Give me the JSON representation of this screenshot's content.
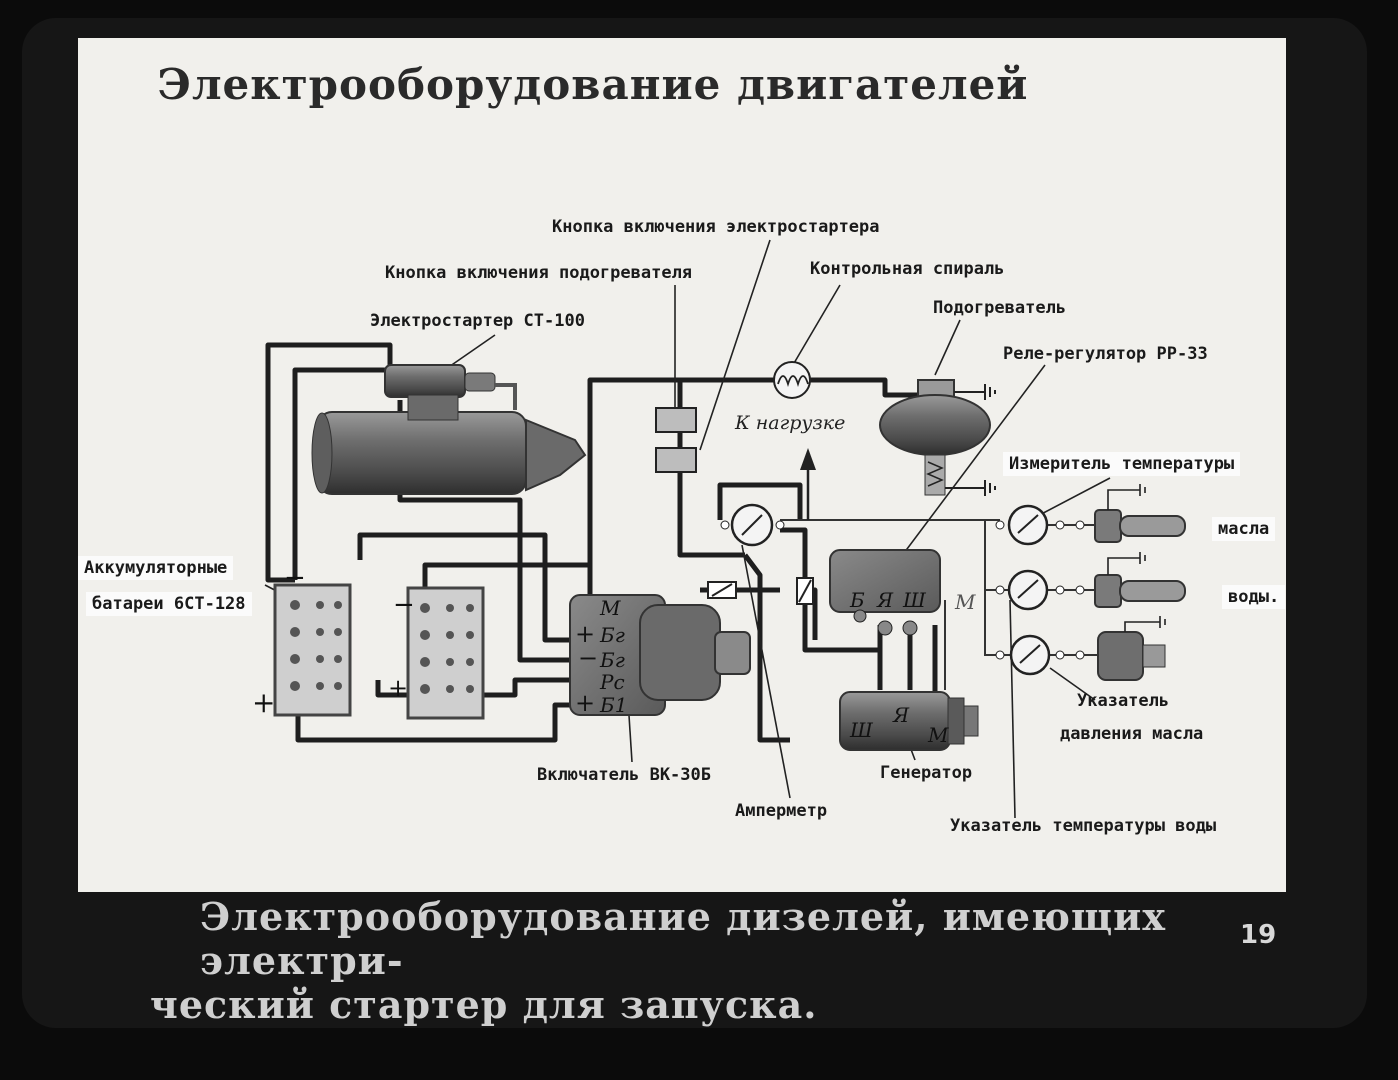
{
  "title": "Электрооборудование двигателей",
  "labels": {
    "starter_button": "Кнопка включения электростартера",
    "heater_button": "Кнопка включения подогревателя",
    "control_spiral": "Контрольная спираль",
    "starter": "Электростартер СТ-100",
    "heater": "Подогреватель",
    "relay": "Реле-регулятор РР-33",
    "temp_meter": "Измеритель температуры",
    "oil": "масла",
    "water": "воды.",
    "batteries_line1": "Аккумуляторные",
    "batteries_line2": "батареи 6СТ-128",
    "switch": "Включатель ВК-30Б",
    "ammeter": "Амперметр",
    "generator": "Генератор",
    "pressure_line1": "Указатель",
    "pressure_line2": "давления масла",
    "water_temp": "Указатель температуры воды",
    "to_load": "К нагрузке"
  },
  "terminals": {
    "switch": [
      "М",
      "Бг",
      "Бг",
      "Рс",
      "Б1"
    ],
    "relay": [
      "Б",
      "Я",
      "Ш"
    ],
    "relay_m": "М",
    "generator": [
      "Ш",
      "Я",
      "М"
    ],
    "plus": "+",
    "minus": "−"
  },
  "caption": {
    "line1": "Электрооборудование дизелей, имеющих электри-",
    "line2": "ческий стартер для запуска."
  },
  "page_number": "19"
}
